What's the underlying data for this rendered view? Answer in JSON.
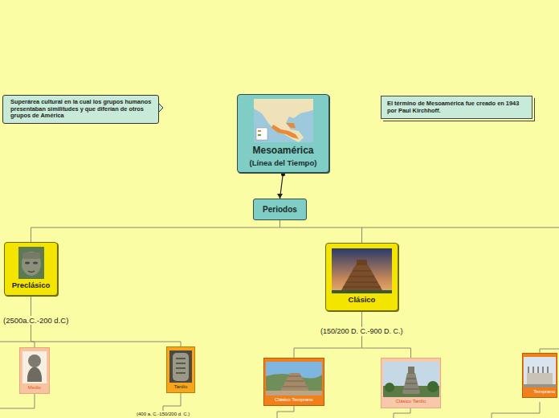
{
  "diagram": {
    "nodes": [
      {
        "text": [
          "Superárea cultural en la cual los grupos humanos presentaban similitudes y que diferían de otros grupos de América"
        ]
      },
      {
        "text": [
          "Mesoamérica",
          "(Línea del Tiempo)"
        ]
      },
      {
        "text": [
          "El término de Mesoamérica fue creado en 1943 por Paul Kirchhoff."
        ]
      },
      {
        "text": [
          "Periodos"
        ]
      },
      {
        "text": [
          "Preclásico"
        ]
      },
      {
        "text": [
          "Clásico"
        ]
      },
      {
        "text": [
          "Medio"
        ]
      },
      {
        "text": [
          "Tardío"
        ]
      },
      {
        "text": [
          "Clásico Temprano"
        ]
      },
      {
        "text": [
          "Clásico Tardío"
        ]
      },
      {
        "text": [
          "Temprano"
        ]
      }
    ],
    "edges": [
      {
        "from": 1,
        "to": 3,
        "arrow": "to"
      },
      {
        "from": 3,
        "to": 4,
        "arrow": "none"
      },
      {
        "from": 3,
        "to": 5,
        "arrow": "none"
      },
      {
        "from": 4,
        "to": 6,
        "arrow": "none"
      },
      {
        "from": 4,
        "to": 7,
        "arrow": "none"
      },
      {
        "from": 5,
        "to": 8,
        "arrow": "none"
      },
      {
        "from": 5,
        "to": 9,
        "arrow": "none"
      }
    ],
    "labels": [
      "(2500a.C.-200 d.C)",
      "(150/200 D. C.-900 D. C.)",
      "(400 a. C.-150/200 d. C.)"
    ]
  }
}
